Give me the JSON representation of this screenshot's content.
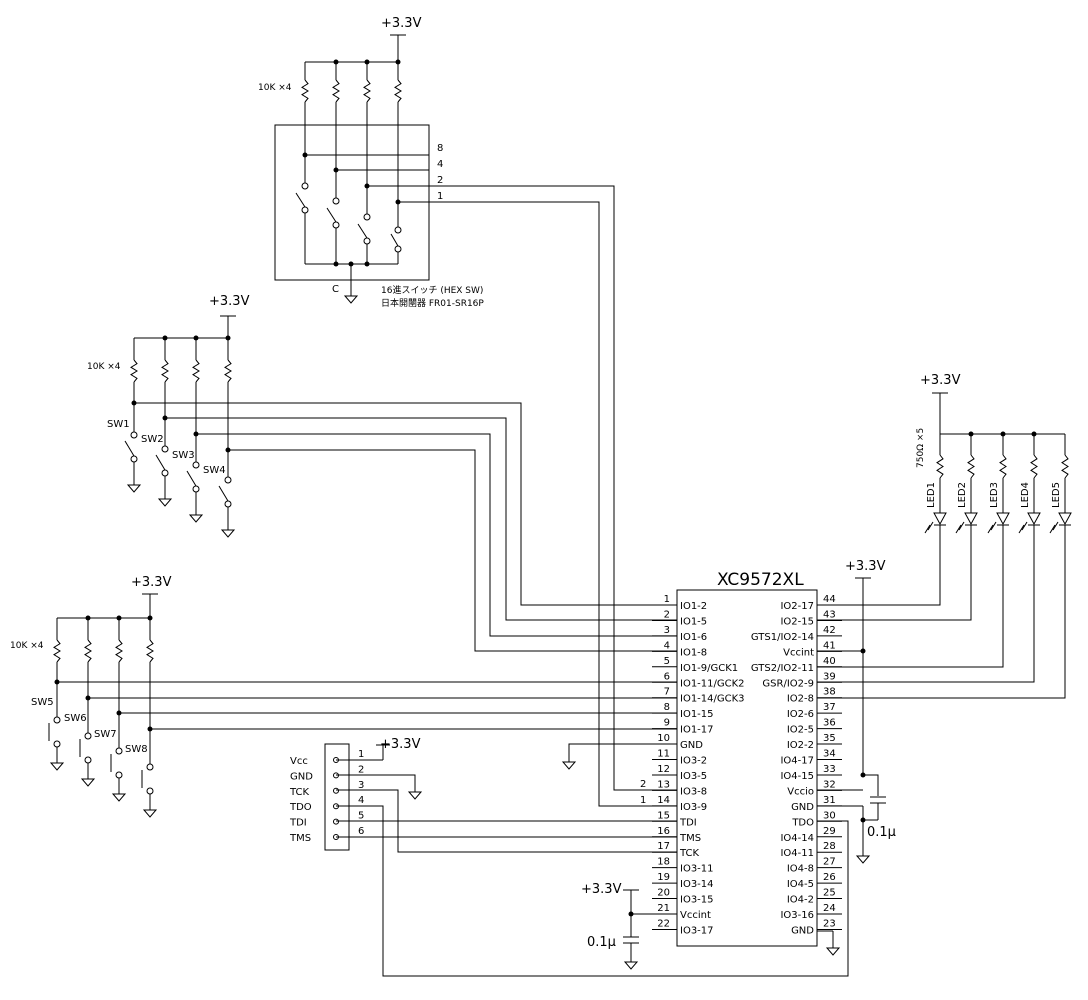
{
  "power": {
    "supply_label": "+3.3V",
    "cap_label": "0.1μ"
  },
  "chip": {
    "name": "XC9572XL",
    "left_pins": [
      {
        "num": "1",
        "name": "IO1-2"
      },
      {
        "num": "2",
        "name": "IO1-5"
      },
      {
        "num": "3",
        "name": "IO1-6"
      },
      {
        "num": "4",
        "name": "IO1-8"
      },
      {
        "num": "5",
        "name": "IO1-9/GCK1"
      },
      {
        "num": "6",
        "name": "IO1-11/GCK2"
      },
      {
        "num": "7",
        "name": "IO1-14/GCK3"
      },
      {
        "num": "8",
        "name": "IO1-15"
      },
      {
        "num": "9",
        "name": "IO1-17"
      },
      {
        "num": "10",
        "name": "GND"
      },
      {
        "num": "11",
        "name": "IO3-2"
      },
      {
        "num": "12",
        "name": "IO3-5"
      },
      {
        "num": "13",
        "name": "IO3-8"
      },
      {
        "num": "14",
        "name": "IO3-9"
      },
      {
        "num": "15",
        "name": "TDI"
      },
      {
        "num": "16",
        "name": "TMS"
      },
      {
        "num": "17",
        "name": "TCK"
      },
      {
        "num": "18",
        "name": "IO3-11"
      },
      {
        "num": "19",
        "name": "IO3-14"
      },
      {
        "num": "20",
        "name": "IO3-15"
      },
      {
        "num": "21",
        "name": "Vccint"
      },
      {
        "num": "22",
        "name": "IO3-17"
      }
    ],
    "right_pins": [
      {
        "num": "44",
        "name": "IO2-17"
      },
      {
        "num": "43",
        "name": "IO2-15"
      },
      {
        "num": "42",
        "name": "GTS1/IO2-14"
      },
      {
        "num": "41",
        "name": "Vccint"
      },
      {
        "num": "40",
        "name": "GTS2/IO2-11"
      },
      {
        "num": "39",
        "name": "GSR/IO2-9"
      },
      {
        "num": "38",
        "name": "IO2-8"
      },
      {
        "num": "37",
        "name": "IO2-6"
      },
      {
        "num": "36",
        "name": "IO2-5"
      },
      {
        "num": "35",
        "name": "IO2-2"
      },
      {
        "num": "34",
        "name": "IO4-17"
      },
      {
        "num": "33",
        "name": "IO4-15"
      },
      {
        "num": "32",
        "name": "Vccio"
      },
      {
        "num": "31",
        "name": "GND"
      },
      {
        "num": "30",
        "name": "TDO"
      },
      {
        "num": "29",
        "name": "IO4-14"
      },
      {
        "num": "28",
        "name": "IO4-11"
      },
      {
        "num": "27",
        "name": "IO4-8"
      },
      {
        "num": "26",
        "name": "IO4-5"
      },
      {
        "num": "25",
        "name": "IO4-2"
      },
      {
        "num": "24",
        "name": "IO3-16"
      },
      {
        "num": "23",
        "name": "GND"
      }
    ]
  },
  "hex_switch": {
    "resistor_label": "10K ×4",
    "outputs": [
      "8",
      "4",
      "2",
      "1"
    ],
    "common": "C",
    "caption_line1": "16進スイッチ (HEX  SW)",
    "caption_line2": "日本開闉器  FR01-SR16P",
    "wire_labels": [
      "2",
      "1"
    ]
  },
  "toggle_switches": {
    "resistor_label": "10K ×4",
    "labels": [
      "SW1",
      "SW2",
      "SW3",
      "SW4"
    ]
  },
  "push_switches": {
    "resistor_label": "10K ×4",
    "labels": [
      "SW5",
      "SW6",
      "SW7",
      "SW8"
    ]
  },
  "leds": {
    "resistor_label": "750Ω ×5",
    "labels": [
      "LED1",
      "LED2",
      "LED3",
      "LED4",
      "LED5"
    ]
  },
  "jtag": {
    "pins": [
      {
        "num": "1",
        "name": "Vcc"
      },
      {
        "num": "2",
        "name": "GND"
      },
      {
        "num": "3",
        "name": "TCK"
      },
      {
        "num": "4",
        "name": "TDO"
      },
      {
        "num": "5",
        "name": "TDI"
      },
      {
        "num": "6",
        "name": "TMS"
      }
    ]
  }
}
